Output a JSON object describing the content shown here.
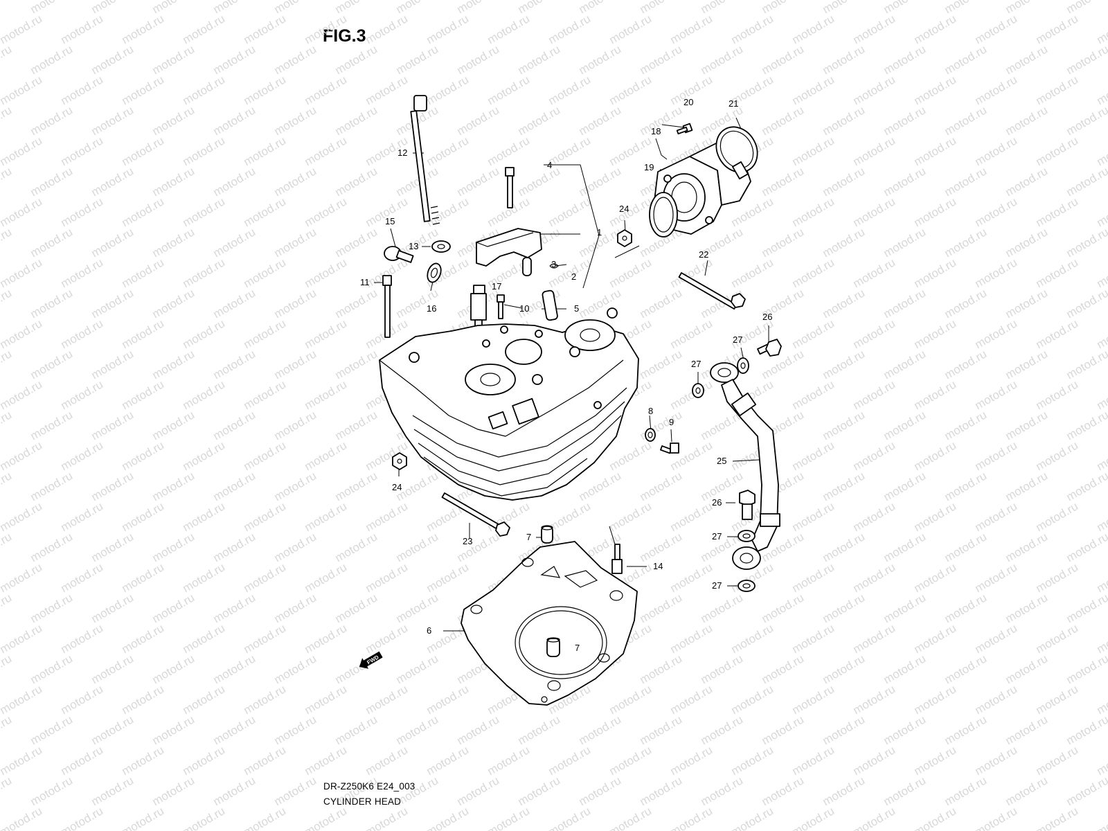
{
  "figure": {
    "title": "FIG.3"
  },
  "watermark": {
    "text": "motod.ru"
  },
  "caption": {
    "model_code": "DR-Z250K6 E24_003",
    "name": "CYLINDER HEAD"
  },
  "fwd_badge": {
    "text": "FWD"
  },
  "callouts": [
    {
      "id": "c1",
      "text": "1"
    },
    {
      "id": "c2",
      "text": "2"
    },
    {
      "id": "c3",
      "text": "3"
    },
    {
      "id": "c4",
      "text": "4"
    },
    {
      "id": "c5",
      "text": "5"
    },
    {
      "id": "c6",
      "text": "6"
    },
    {
      "id": "c7a",
      "text": "7"
    },
    {
      "id": "c7b",
      "text": "7"
    },
    {
      "id": "c8",
      "text": "8"
    },
    {
      "id": "c9",
      "text": "9"
    },
    {
      "id": "c10",
      "text": "10"
    },
    {
      "id": "c11",
      "text": "11"
    },
    {
      "id": "c12",
      "text": "12"
    },
    {
      "id": "c13",
      "text": "13"
    },
    {
      "id": "c14",
      "text": "14"
    },
    {
      "id": "c15",
      "text": "15"
    },
    {
      "id": "c16",
      "text": "16"
    },
    {
      "id": "c17",
      "text": "17"
    },
    {
      "id": "c18",
      "text": "18"
    },
    {
      "id": "c19",
      "text": "19"
    },
    {
      "id": "c20",
      "text": "20"
    },
    {
      "id": "c21",
      "text": "21"
    },
    {
      "id": "c22",
      "text": "22"
    },
    {
      "id": "c23",
      "text": "23"
    },
    {
      "id": "c24a",
      "text": "24"
    },
    {
      "id": "c24b",
      "text": "24"
    },
    {
      "id": "c25",
      "text": "25"
    },
    {
      "id": "c26a",
      "text": "26"
    },
    {
      "id": "c26b",
      "text": "26"
    },
    {
      "id": "c27a",
      "text": "27"
    },
    {
      "id": "c27b",
      "text": "27"
    },
    {
      "id": "c27c",
      "text": "27"
    },
    {
      "id": "c27d",
      "text": "27"
    }
  ]
}
